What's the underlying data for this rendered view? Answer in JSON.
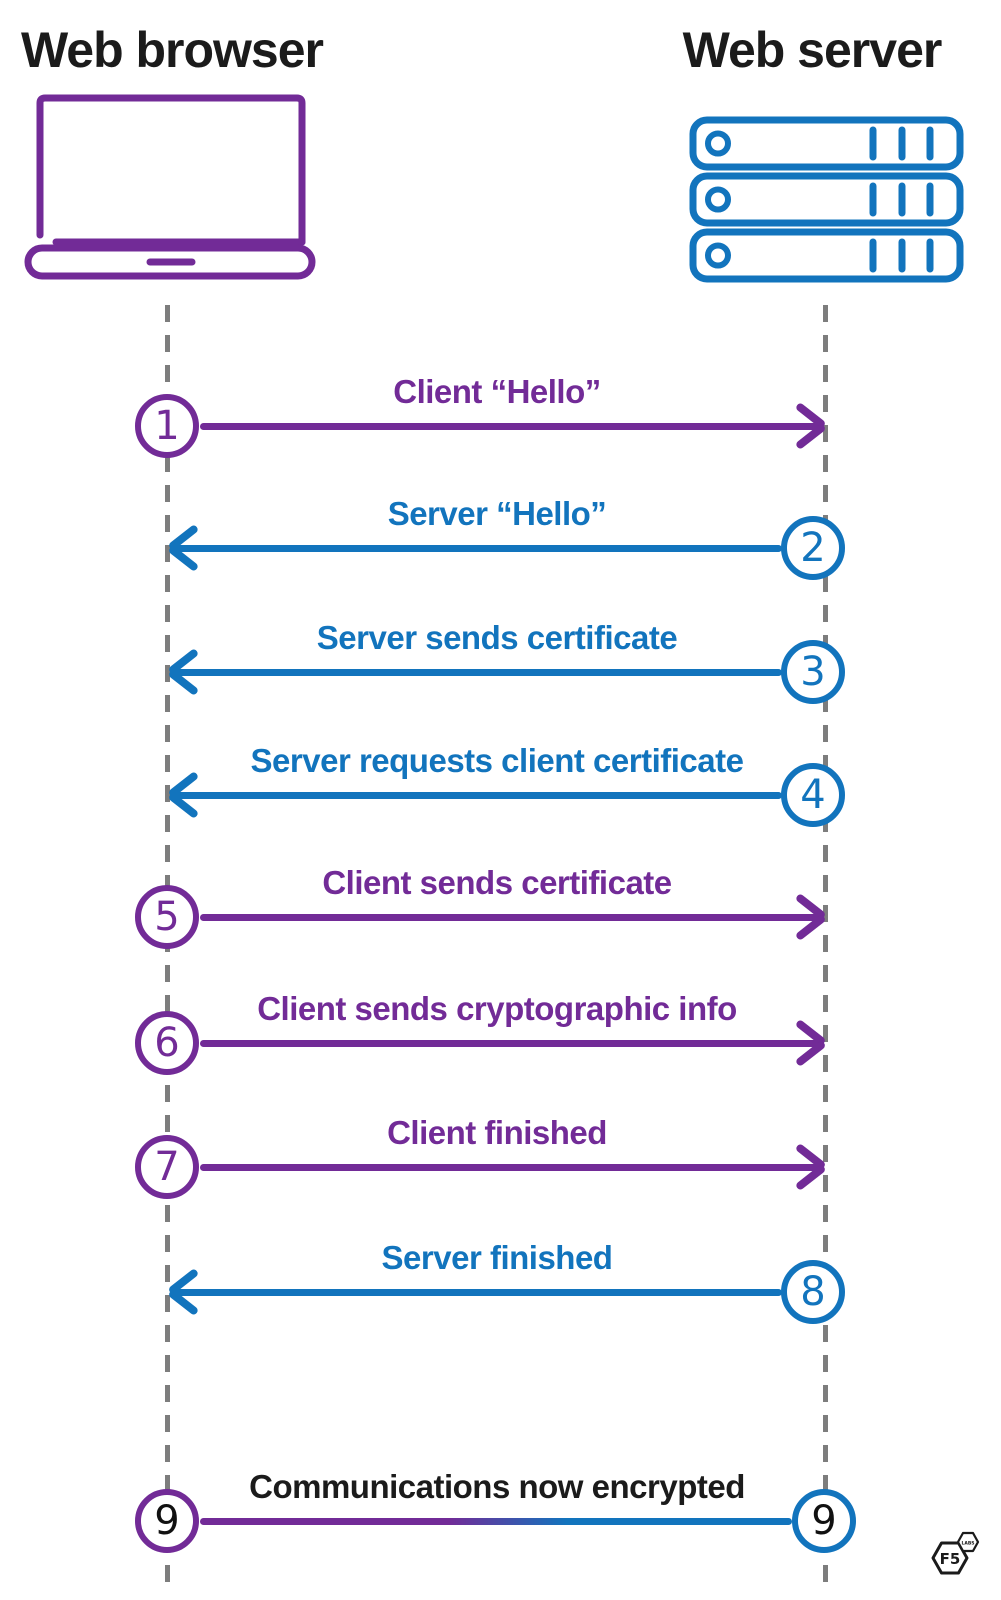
{
  "header": {
    "left": "Web browser",
    "right": "Web server"
  },
  "actors": {
    "client": {
      "name": "Web browser",
      "icon": "laptop-icon",
      "color": "#722B97"
    },
    "server": {
      "name": "Web server",
      "icon": "server-stack-icon",
      "color": "#1274BD"
    }
  },
  "steps": [
    {
      "number": "1",
      "label": "Client “Hello”",
      "from": "client",
      "direction": "right"
    },
    {
      "number": "2",
      "label": "Server “Hello”",
      "from": "server",
      "direction": "left"
    },
    {
      "number": "3",
      "label": "Server sends certificate",
      "from": "server",
      "direction": "left"
    },
    {
      "number": "4",
      "label": "Server requests client certificate",
      "from": "server",
      "direction": "left"
    },
    {
      "number": "5",
      "label": "Client sends certificate",
      "from": "client",
      "direction": "right"
    },
    {
      "number": "6",
      "label": "Client sends cryptographic info",
      "from": "client",
      "direction": "right"
    },
    {
      "number": "7",
      "label": "Client finished",
      "from": "client",
      "direction": "right"
    },
    {
      "number": "8",
      "label": "Server finished",
      "from": "server",
      "direction": "left"
    },
    {
      "number": "9",
      "label": "Communications now encrypted",
      "from": "both",
      "direction": "both"
    }
  ],
  "colors": {
    "client_purple": "#722B97",
    "server_blue": "#1274BD",
    "lifeline_gray": "#7d7d7d",
    "text_black": "#1b1b1b"
  },
  "logo": {
    "primary": "F5",
    "secondary": "LABS"
  }
}
